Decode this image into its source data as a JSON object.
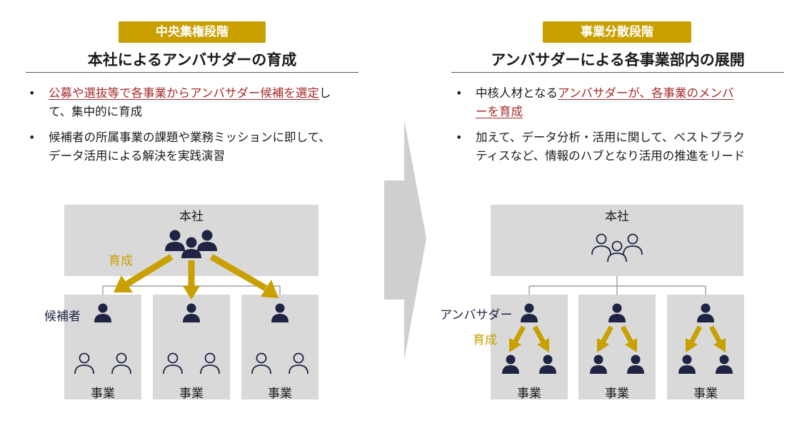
{
  "left": {
    "badge": "中央集権段階",
    "heading": "本社によるアンバサダーの育成",
    "bullet1": {
      "hl": "公募や選抜等で各事業からアンバサダー候補を選定",
      "rest": "して、集中的に育成"
    },
    "bullet2": "候補者の所属事業の課題や業務ミッションに即して、データ活用による解決を実践演習",
    "hq_label": "本社",
    "arrow_label": "育成",
    "candidate_label": "候補者",
    "dept_labels": [
      "事業",
      "事業",
      "事業"
    ]
  },
  "right": {
    "badge": "事業分散段階",
    "heading": "アンバサダーによる各事業部内の展開",
    "bullet1": {
      "pre": "中核人材となる",
      "hl": "アンバサダーが、各事業のメンバーを育成"
    },
    "bullet2": "加えて、データ分析・活用に関して、ベストプラクティスなど、情報のハブとなり活用の推進をリード",
    "hq_label": "本社",
    "ambassador_label": "アンバサダー",
    "arrow_label": "育成",
    "dept_labels": [
      "事業",
      "事業",
      "事業"
    ]
  },
  "colors": {
    "accent": "#C9A000",
    "highlight": "#A52A2A",
    "icon": "#1f2344",
    "box": "#d9d9d9",
    "chevron": "#cfcfcf"
  }
}
